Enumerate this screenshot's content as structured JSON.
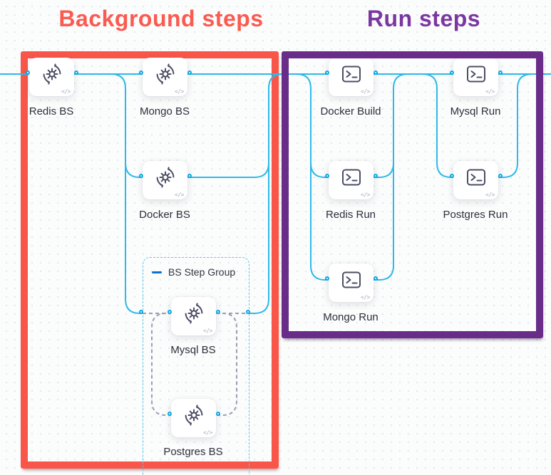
{
  "titles": {
    "background": "Background steps",
    "run": "Run steps"
  },
  "group": {
    "label": "BS Step Group"
  },
  "nodes": {
    "redis_bs": {
      "label": "Redis BS",
      "type": "background-step"
    },
    "mongo_bs": {
      "label": "Mongo BS",
      "type": "background-step"
    },
    "docker_bs": {
      "label": "Docker BS",
      "type": "background-step"
    },
    "mysql_bs": {
      "label": "Mysql BS",
      "type": "background-step"
    },
    "postgres_bs": {
      "label": "Postgres BS",
      "type": "background-step"
    },
    "docker_build": {
      "label": "Docker Build",
      "type": "run-step"
    },
    "mysql_run": {
      "label": "Mysql Run",
      "type": "run-step"
    },
    "redis_run": {
      "label": "Redis Run",
      "type": "run-step"
    },
    "postgres_run": {
      "label": "Postgres Run",
      "type": "run-step"
    },
    "mongo_run": {
      "label": "Mongo Run",
      "type": "run-step"
    }
  },
  "icons": {
    "code_glyph": "</>"
  },
  "colors": {
    "line": "#2eb9ea",
    "port": "#0aa7e2",
    "red": "#f9564a",
    "purple": "#692d89",
    "red_title": "#fb5a50",
    "purple_title": "#7b37a1",
    "dash_gray": "#9a9db4",
    "group_dash": "#5ec5ee",
    "icon_stroke": "#4c4e66",
    "header_blue": "#0b72cc",
    "header_text": "#34353f",
    "label": "#2c2f3a"
  }
}
